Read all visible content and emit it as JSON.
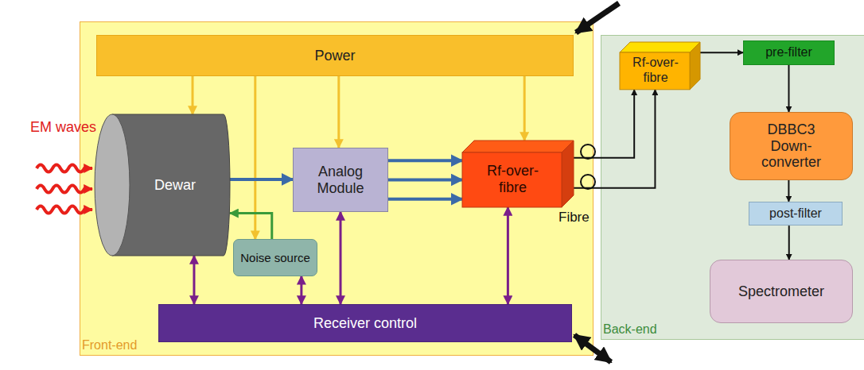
{
  "diagram": {
    "nodes": [
      {
        "text": [
          "Front-end"
        ]
      },
      {
        "text": [
          "Power"
        ],
        "in": 0
      },
      {
        "text": [
          "Dewar"
        ],
        "in": 0
      },
      {
        "text": [
          "Analog Module"
        ],
        "in": 0
      },
      {
        "text": [
          "Rf-over-fibre"
        ],
        "in": 0
      },
      {
        "text": [
          "Noise source"
        ],
        "in": 0
      },
      {
        "text": [
          "Receiver control"
        ],
        "in": 0
      },
      {
        "text": [
          "Back-end"
        ]
      },
      {
        "text": [
          "Rf-over-fibre"
        ],
        "in": 7
      },
      {
        "text": [
          "pre-filter"
        ],
        "in": 7
      },
      {
        "text": [
          "DBBC3 Down-converter"
        ],
        "in": 7
      },
      {
        "text": [
          "post-filter"
        ],
        "in": 7
      },
      {
        "text": [
          "Spectrometer"
        ],
        "in": 7
      }
    ],
    "edges": [
      {
        "from": 1,
        "to": 2,
        "arrow": "to"
      },
      {
        "from": 1,
        "to": 5,
        "arrow": "to"
      },
      {
        "from": 1,
        "to": 3,
        "arrow": "to"
      },
      {
        "from": 1,
        "to": 4,
        "arrow": "to"
      },
      {
        "from": 2,
        "to": 3,
        "arrow": "to"
      },
      {
        "from": 5,
        "to": 2,
        "arrow": "to"
      },
      {
        "from": 3,
        "to": 4,
        "arrow": "to"
      },
      {
        "from": 3,
        "to": 4,
        "arrow": "to"
      },
      {
        "from": 3,
        "to": 4,
        "arrow": "to"
      },
      {
        "from": 4,
        "to": 8,
        "arrow": "to"
      },
      {
        "from": 4,
        "to": 8,
        "arrow": "to"
      },
      {
        "from": 2,
        "to": 6,
        "arrow": "both"
      },
      {
        "from": 5,
        "to": 6,
        "arrow": "both"
      },
      {
        "from": 3,
        "to": 6,
        "arrow": "both"
      },
      {
        "from": 4,
        "to": 6,
        "arrow": "both"
      },
      {
        "from": 8,
        "to": 9,
        "arrow": "to"
      },
      {
        "from": 9,
        "to": 10,
        "arrow": "to"
      },
      {
        "from": 10,
        "to": 11,
        "arrow": "to"
      },
      {
        "from": 11,
        "to": 12,
        "arrow": "to"
      }
    ],
    "labels": [
      "EM waves",
      "Fibre"
    ]
  }
}
